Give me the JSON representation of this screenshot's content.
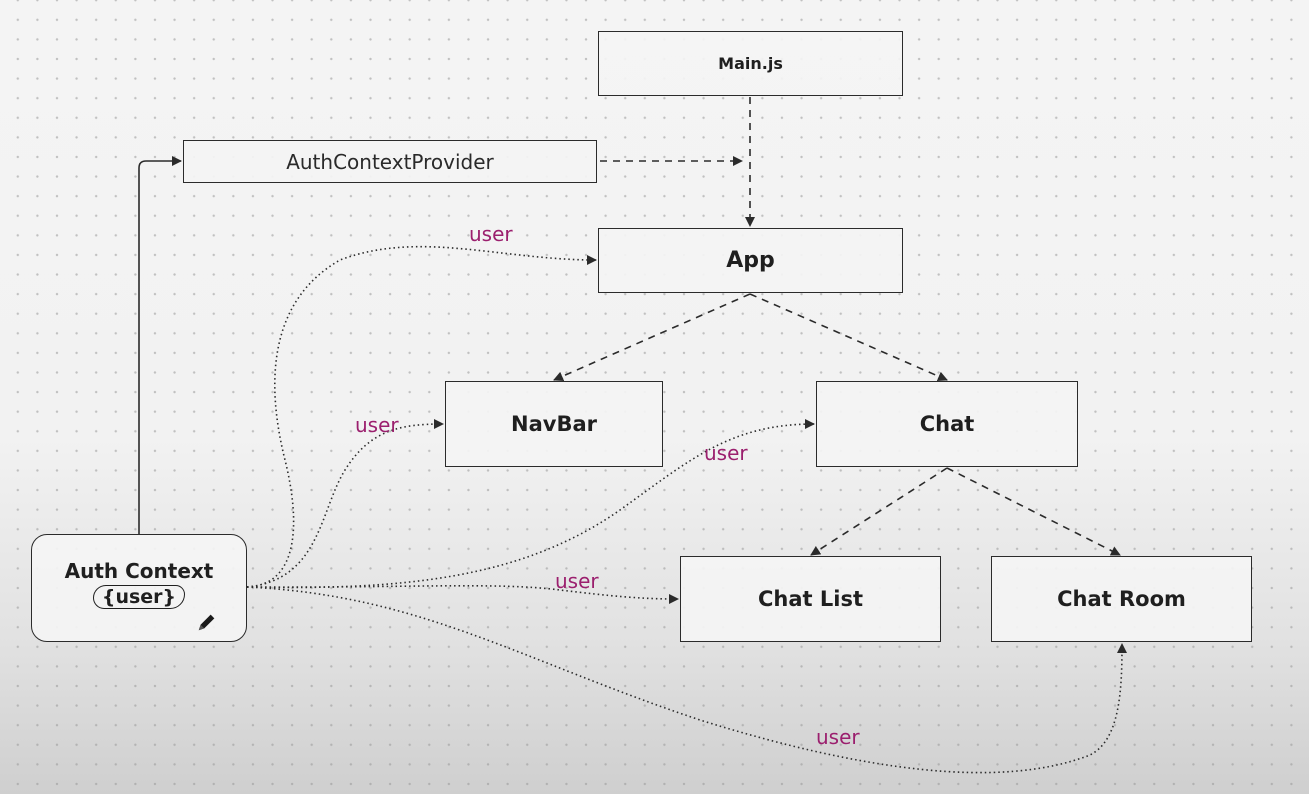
{
  "diagram": {
    "nodes": {
      "main": "Main.js",
      "provider": "AuthContextProvider",
      "app": "App",
      "navbar": "NavBar",
      "chat": "Chat",
      "chat_list": "Chat List",
      "chat_room": "Chat Room",
      "auth_context": {
        "title": "Auth Context",
        "value": "{user}"
      }
    },
    "edge_labels": {
      "to_app": "user",
      "to_navbar": "user",
      "to_chat": "user",
      "to_chat_list": "user",
      "to_chat_room": "user"
    },
    "colors": {
      "edge_label": "#9b1f6e",
      "stroke": "#2b2b2b",
      "node_fill": "#f4f4f4"
    },
    "icons": [
      "pencil-icon"
    ]
  }
}
